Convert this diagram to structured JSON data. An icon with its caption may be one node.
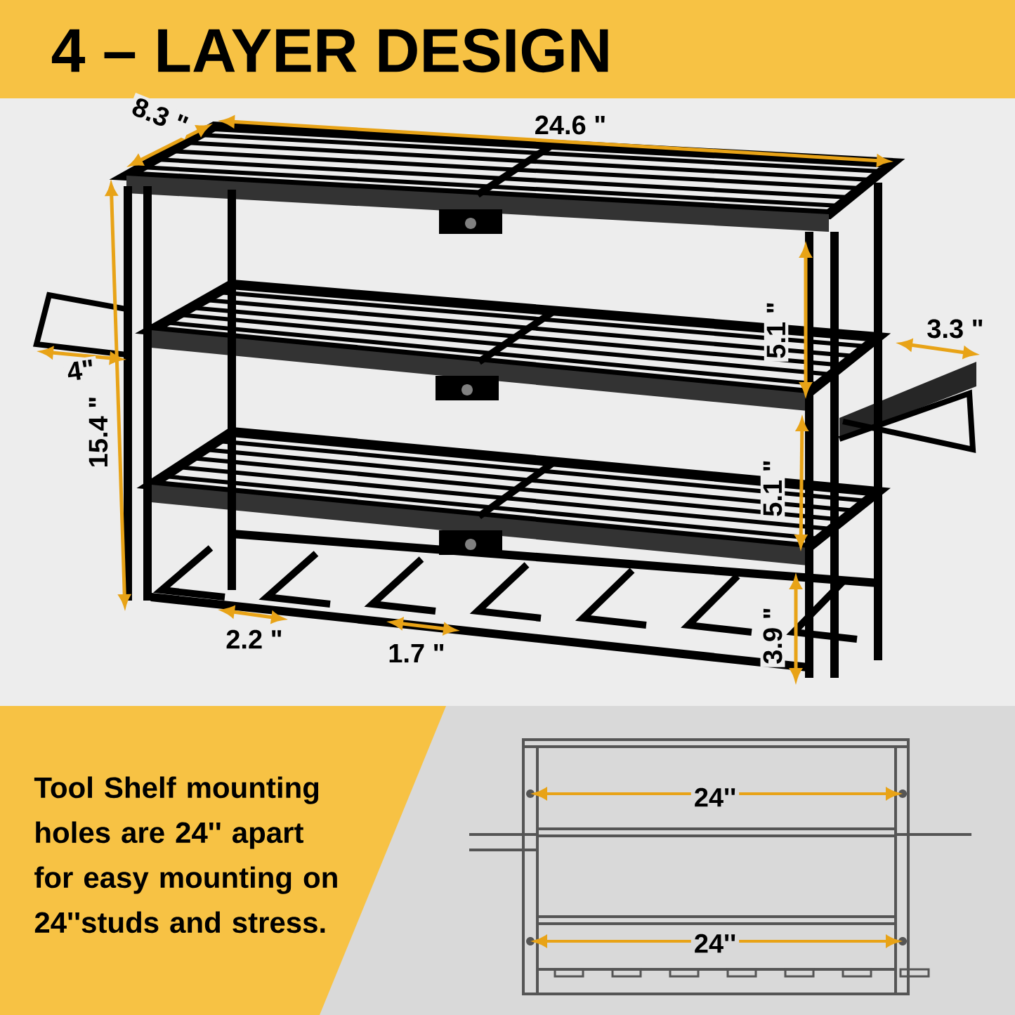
{
  "diagram": {
    "title": "4 – LAYER DESIGN",
    "labels": [
      "8.3 \"",
      "24.6 \"",
      "4\"",
      "15.4 \"",
      "5.1 \"",
      "3.3 \"",
      "5.1 \"",
      "2.2 \"",
      "1.7 \"",
      "3.9 \"",
      "24''",
      "24''",
      "Tool Shelf mounting holes are 24'' apart for easy mounting on 24''studs and stress."
    ]
  }
}
